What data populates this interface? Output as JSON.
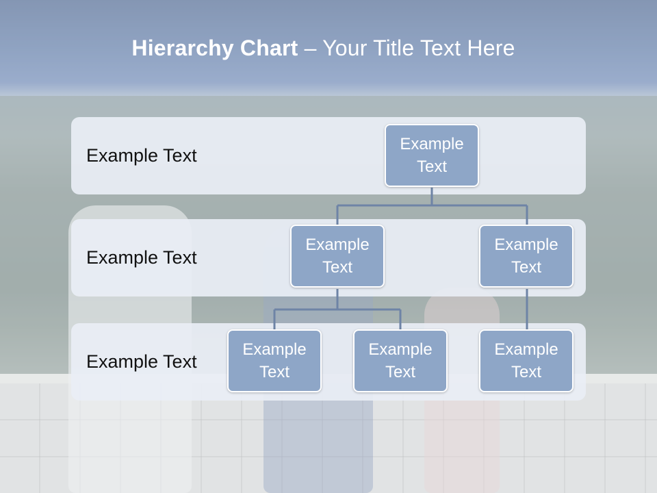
{
  "title": {
    "bold": "Hierarchy Chart",
    "rest": " – Your Title Text Here"
  },
  "rows": [
    {
      "label": "Example Text"
    },
    {
      "label": "Example Text"
    },
    {
      "label": "Example Text"
    }
  ],
  "nodes": {
    "root": "Example\nText",
    "level2_left": "Example\nText",
    "level2_right": "Example\nText",
    "level3_a": "Example\nText",
    "level3_b": "Example\nText",
    "level3_c": "Example\nText"
  },
  "colors": {
    "node_fill": "#8ea6c7",
    "node_border": "#ffffff",
    "connector": "#6e84a6",
    "band_fill": "#e9eef5"
  }
}
